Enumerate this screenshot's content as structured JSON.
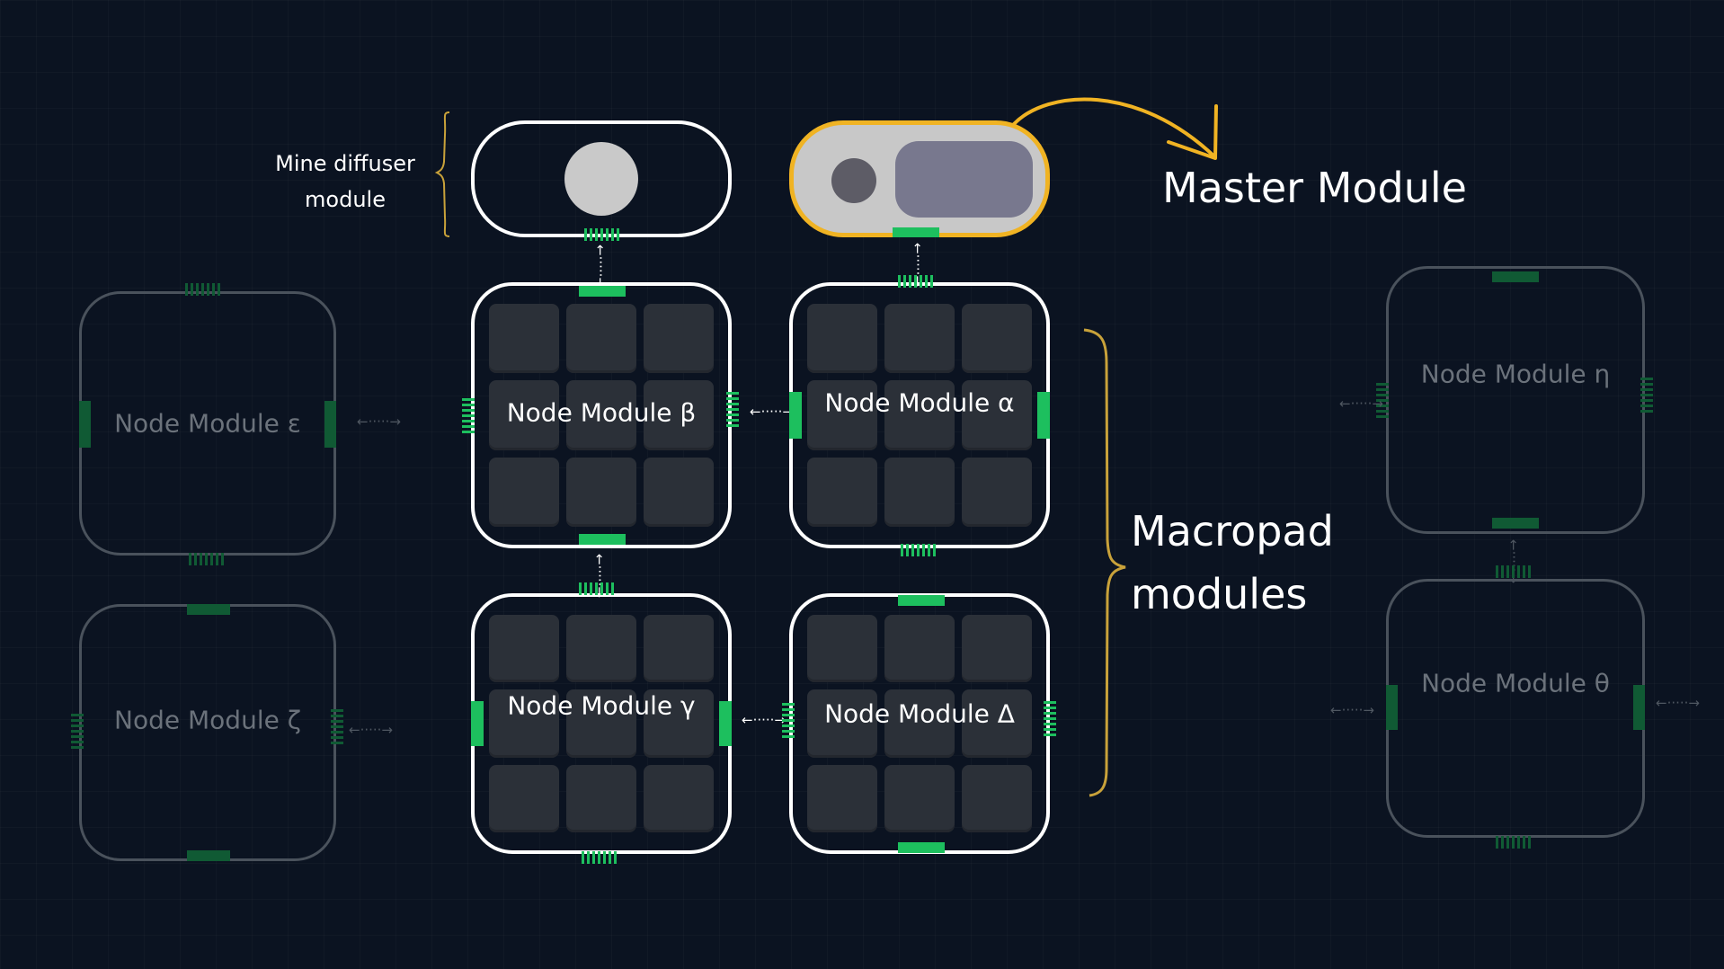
{
  "mine_diffuser": {
    "label_line1": "Mine diffuser",
    "label_line2": "module"
  },
  "master": {
    "title": "Master Module"
  },
  "macropad": {
    "label_line1": "Macropad",
    "label_line2": "modules"
  },
  "modules": {
    "beta": "Node Module  β",
    "alpha": "Node Module  α",
    "gamma": "Node Module  γ",
    "delta": "Node Module  Δ",
    "epsilon": "Node Module  ε",
    "zeta": "Node Module  ζ",
    "eta": "Node Module  η",
    "theta": "Node Module  θ"
  },
  "arrow_glyph": "←·····→",
  "colors": {
    "background": "#0b1321",
    "connector": "#1dbf5e",
    "accent": "#f0b323",
    "module_border": "#ffffff",
    "ghost_border": "#4a525c"
  }
}
